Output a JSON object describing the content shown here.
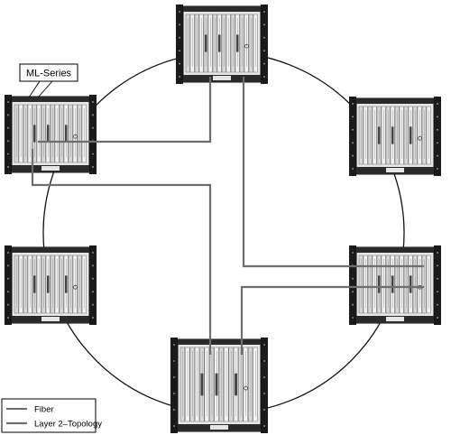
{
  "callout": {
    "label": "ML-Series"
  },
  "legend": {
    "fiber_label": "Fiber",
    "l2_label": "Layer 2–Topology",
    "fiber_color": "#111111",
    "l2_color": "#6e6e6e"
  },
  "nodes": [
    {
      "id": "node-top"
    },
    {
      "id": "node-upper-left"
    },
    {
      "id": "node-upper-right"
    },
    {
      "id": "node-lower-left"
    },
    {
      "id": "node-lower-right"
    },
    {
      "id": "node-bottom"
    }
  ]
}
